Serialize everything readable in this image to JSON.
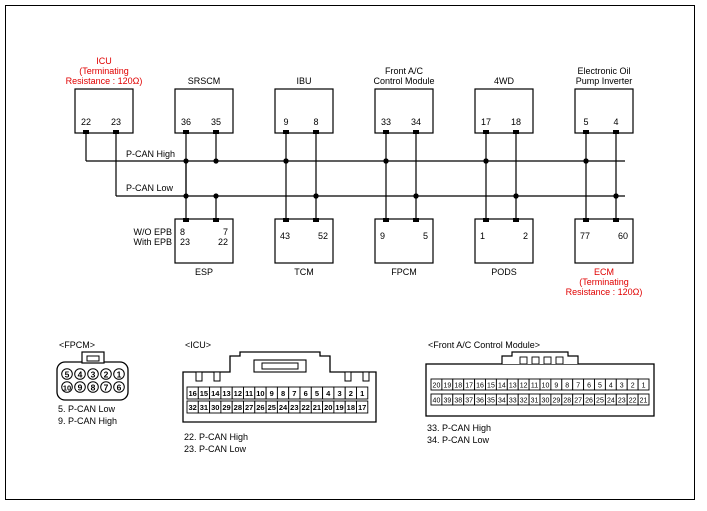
{
  "colors": {
    "line": "#000000",
    "accent": "#e00000",
    "background": "#ffffff"
  },
  "buses": {
    "high": "P-CAN High",
    "low": "P-CAN Low"
  },
  "top_modules": [
    {
      "id": "icu",
      "title": [
        "ICU",
        "(Terminating",
        "Resistance : 120Ω)"
      ],
      "title_color": "red",
      "pins": [
        {
          "num": "22",
          "bus": "high"
        },
        {
          "num": "23",
          "bus": "low"
        }
      ]
    },
    {
      "id": "srscm",
      "title": [
        "SRSCM"
      ],
      "title_color": "black",
      "pins": [
        {
          "num": "36",
          "bus": "low"
        },
        {
          "num": "35",
          "bus": "high"
        }
      ]
    },
    {
      "id": "ibu",
      "title": [
        "IBU"
      ],
      "title_color": "black",
      "pins": [
        {
          "num": "9",
          "bus": "high"
        },
        {
          "num": "8",
          "bus": "low"
        }
      ]
    },
    {
      "id": "front-ac",
      "title": [
        "Front A/C",
        "Control Module"
      ],
      "title_color": "black",
      "pins": [
        {
          "num": "33",
          "bus": "high"
        },
        {
          "num": "34",
          "bus": "low"
        }
      ]
    },
    {
      "id": "4wd",
      "title": [
        "4WD"
      ],
      "title_color": "black",
      "pins": [
        {
          "num": "17",
          "bus": "high"
        },
        {
          "num": "18",
          "bus": "low"
        }
      ]
    },
    {
      "id": "eopi",
      "title": [
        "Electronic Oil",
        "Pump Inverter"
      ],
      "title_color": "black",
      "pins": [
        {
          "num": "5",
          "bus": "high"
        },
        {
          "num": "4",
          "bus": "low"
        }
      ]
    }
  ],
  "bottom_modules": [
    {
      "id": "esp",
      "label": [
        "ESP"
      ],
      "label_color": "black",
      "rows": [
        [
          "8",
          "7"
        ],
        [
          "23",
          "22"
        ]
      ],
      "row_labels": [
        "W/O EPB",
        "With EPB"
      ],
      "pin_bus": [
        "high",
        "low"
      ]
    },
    {
      "id": "tcm",
      "label": [
        "TCM"
      ],
      "label_color": "black",
      "rows": [
        [
          "43",
          "52"
        ]
      ],
      "pin_bus": [
        "high",
        "low"
      ]
    },
    {
      "id": "fpcm",
      "label": [
        "FPCM"
      ],
      "label_color": "black",
      "rows": [
        [
          "9",
          "5"
        ]
      ],
      "pin_bus": [
        "high",
        "low"
      ]
    },
    {
      "id": "pods",
      "label": [
        "PODS"
      ],
      "label_color": "black",
      "rows": [
        [
          "1",
          "2"
        ]
      ],
      "pin_bus": [
        "high",
        "low"
      ]
    },
    {
      "id": "ecm",
      "label": [
        "ECM",
        "(Terminating",
        "Resistance : 120Ω)"
      ],
      "label_color": "red",
      "rows": [
        [
          "77",
          "60"
        ]
      ],
      "pin_bus": [
        "high",
        "low"
      ]
    }
  ],
  "connectors": {
    "fpcm": {
      "title": "<FPCM>",
      "top_row": [
        "5",
        "4",
        "3",
        "2",
        "1"
      ],
      "bottom_row": [
        "10",
        "9",
        "8",
        "7",
        "6"
      ],
      "notes": [
        "5. P-CAN Low",
        "9. P-CAN High"
      ]
    },
    "icu": {
      "title": "<ICU>",
      "top_row": [
        "16",
        "15",
        "14",
        "13",
        "12",
        "11",
        "10",
        "9",
        "8",
        "7",
        "6",
        "5",
        "4",
        "3",
        "2",
        "1"
      ],
      "bottom_row": [
        "32",
        "31",
        "30",
        "29",
        "28",
        "27",
        "26",
        "25",
        "24",
        "23",
        "22",
        "21",
        "20",
        "19",
        "18",
        "17"
      ],
      "notes": [
        "22. P-CAN High",
        "23. P-CAN Low"
      ]
    },
    "front_ac": {
      "title": "<Front A/C Control Module>",
      "top_row": [
        "20",
        "19",
        "18",
        "17",
        "16",
        "15",
        "14",
        "13",
        "12",
        "11",
        "10",
        "9",
        "8",
        "7",
        "6",
        "5",
        "4",
        "3",
        "2",
        "1"
      ],
      "bottom_row": [
        "40",
        "39",
        "38",
        "37",
        "36",
        "35",
        "34",
        "33",
        "32",
        "31",
        "30",
        "29",
        "28",
        "27",
        "26",
        "25",
        "24",
        "23",
        "22",
        "21"
      ],
      "notes": [
        "33. P-CAN High",
        "34. P-CAN Low"
      ]
    }
  }
}
